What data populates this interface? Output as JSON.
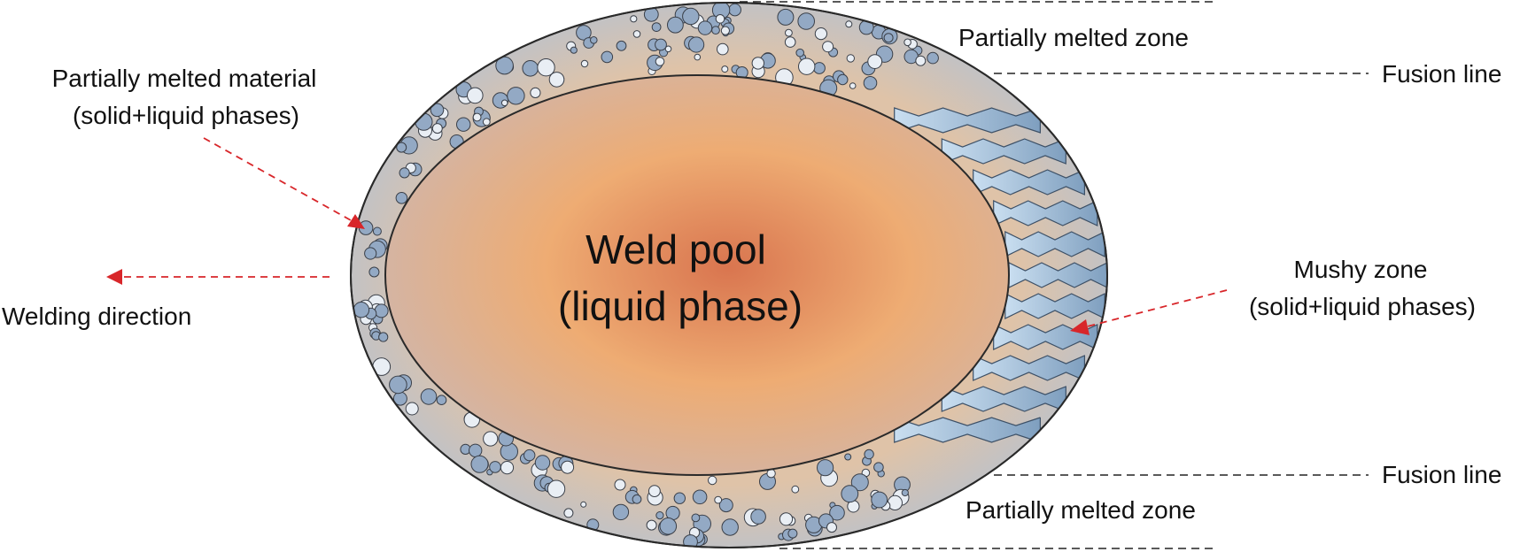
{
  "diagram": {
    "center_title": "Weld pool",
    "center_subtitle": "(liquid phase)",
    "labels": {
      "partially_melted_zone_top": "Partially melted zone",
      "partially_melted_zone_bottom": "Partially melted zone",
      "fusion_line_top": "Fusion line",
      "fusion_line_bottom": "Fusion line",
      "partially_melted_material_line1": "Partially melted material",
      "partially_melted_material_line2": "(solid+liquid phases)",
      "welding_direction": "Welding direction",
      "mushy_zone_line1": "Mushy zone",
      "mushy_zone_line2": "(solid+liquid phases)"
    },
    "colors": {
      "pool_center": "#d9754f",
      "pool_mid": "#eeac73",
      "pool_edge": "#cbb7b4",
      "zone_fill": "#e6b48c",
      "grain_fill": "#93a9c4",
      "dendrite_fill": "#a9c8e2",
      "outer_rim": "#b8c5d4",
      "arrow_red": "#d8262a",
      "outline": "#2a2a2a"
    }
  }
}
